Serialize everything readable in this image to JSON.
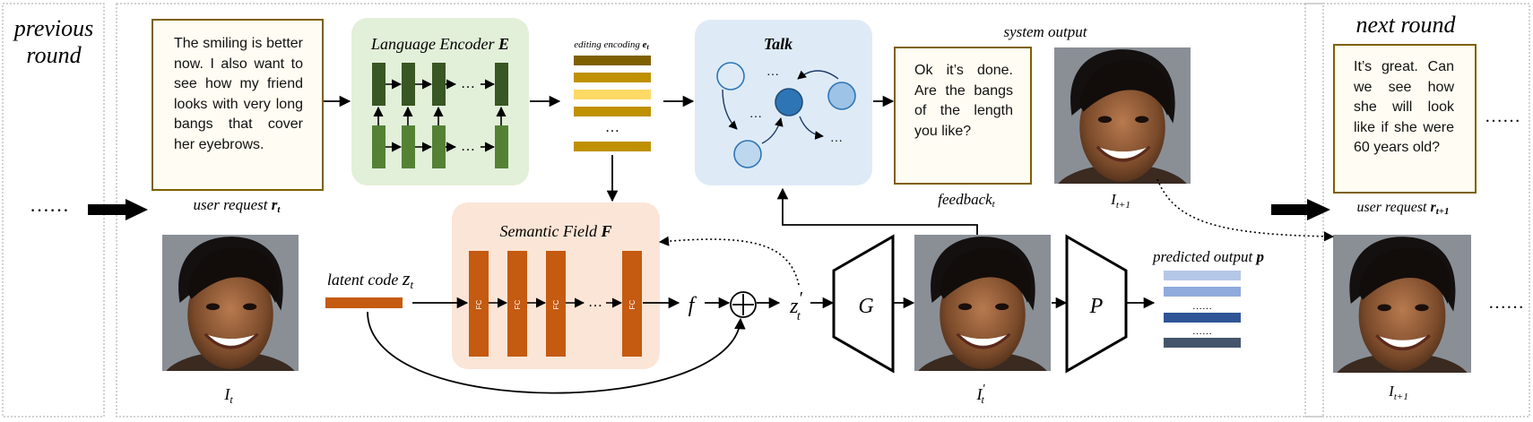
{
  "panels": {
    "previous": {
      "title_line1": "previous",
      "title_line2": "round",
      "dots": "……"
    },
    "next": {
      "title": "next round",
      "message": "It’s great. Can we see how she will look like if she were 60 years old?",
      "dots_top": "……",
      "dots_bottom": "……",
      "request_prefix": "user request ",
      "request_var": "r",
      "request_sub": "t+1",
      "image_label": "I",
      "image_sub": "t+1"
    }
  },
  "user_request": {
    "text": "The smiling is better now. I also want to see how my friend looks with very long bangs that cover her eyebrows.",
    "label_prefix": "user request ",
    "label_var": "r",
    "label_sub": "t"
  },
  "encoder": {
    "title": "Language Encoder ",
    "title_var": "E"
  },
  "editing_encoding": {
    "label": "editing encoding ",
    "label_var": "e",
    "label_sub": "t",
    "ellipsis": "…"
  },
  "talk": {
    "title": "Talk",
    "ellipsis": "…"
  },
  "system_output": {
    "label": "system output",
    "feedback": "Ok it’s done. Are the bangs of the length you like?",
    "feedback_label": "feedback",
    "feedback_sub": "t",
    "image_label": "I",
    "image_sub": "t+1"
  },
  "semantic_field": {
    "title": "Semantic Field ",
    "title_var": "F",
    "fc_label": "FC",
    "ellipsis": "…"
  },
  "latent": {
    "label": "latent code ",
    "var": "z",
    "sub": "t"
  },
  "input_image": {
    "label": "I",
    "sub": "t"
  },
  "ops": {
    "f": "f",
    "z_prime": "z",
    "z_prime_sub": "t",
    "z_prime_mark": "′",
    "G": "G",
    "P": "P"
  },
  "edited_image": {
    "label": "I",
    "prime": "′",
    "sub": "t"
  },
  "predicted": {
    "label": "predicted output ",
    "var": "p",
    "dots": "……"
  },
  "colors": {
    "encoder_bg": "#e2efd9",
    "encoder_dark": "#385723",
    "encoder_light": "#548235",
    "talk_bg": "#deebf7",
    "node": "#9dc3e6",
    "node_active": "#2e75b6",
    "semantic_bg": "#fbe5d6",
    "fc": "#c55a11",
    "box_border": "#7f6000",
    "box_bg": "#fffdf3",
    "enc_stripes": [
      "#7f6000",
      "#bf9000",
      "#ffd966",
      "#bf9000",
      "#bf9000"
    ],
    "pred_stripes": [
      "#b4c7e7",
      "#8faadc",
      "#2f5597",
      "#44546a"
    ]
  }
}
